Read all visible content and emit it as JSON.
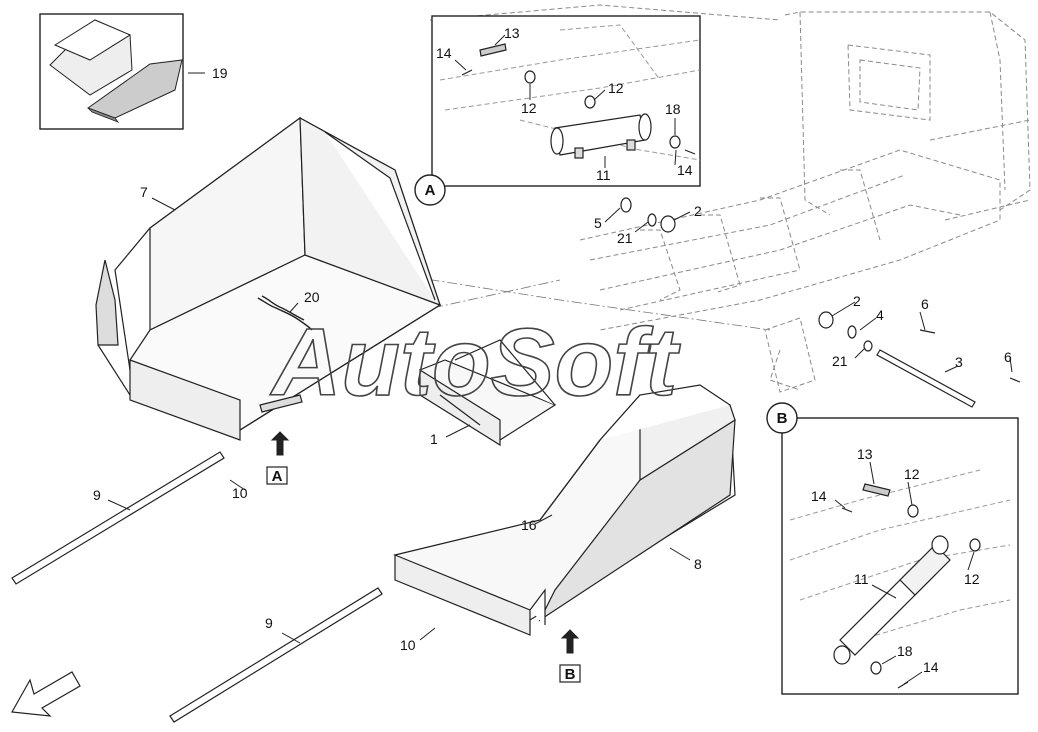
{
  "callouts": {
    "c1": "1",
    "c2a": "2",
    "c2b": "2",
    "c3": "3",
    "c4": "4",
    "c5": "5",
    "c6a": "6",
    "c6b": "6",
    "c7": "7",
    "c8": "8",
    "c9a": "9",
    "c9b": "9",
    "c10a": "10",
    "c10b": "10",
    "c16": "16",
    "c19": "19",
    "c20": "20",
    "c21a": "21",
    "c21b": "21",
    "detA": {
      "c11": "11",
      "c12a": "12",
      "c12b": "12",
      "c13": "13",
      "c14a": "14",
      "c14b": "14",
      "c18": "18"
    },
    "detB": {
      "c11": "11",
      "c12a": "12",
      "c12b": "12",
      "c13": "13",
      "c14a": "14",
      "c14b": "14",
      "c18": "18"
    }
  },
  "detail_labels": {
    "A": "A",
    "B": "B"
  },
  "view_markers": {
    "A": "A",
    "B": "B"
  },
  "watermark": "AutoSoft",
  "colors": {
    "line": "#222222",
    "dashed": "#8a8a8a",
    "fill_dark": "#3a3a3a",
    "fill_mid": "#bdbdbd"
  }
}
